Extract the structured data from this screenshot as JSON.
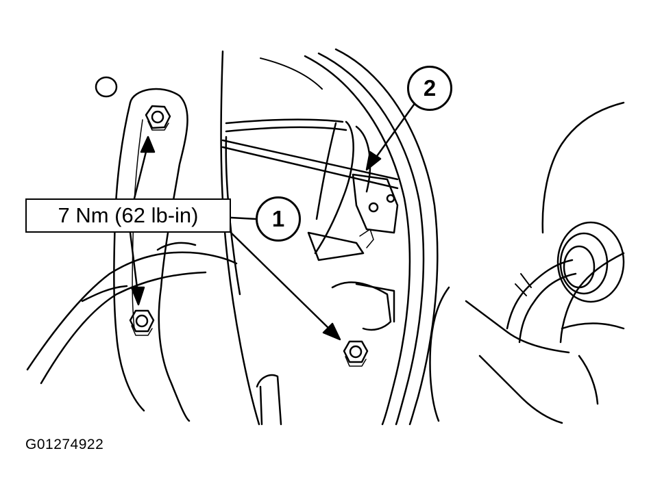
{
  "torque_spec": "7 Nm (62 lb-in)",
  "callouts": [
    {
      "number": "1"
    },
    {
      "number": "2"
    }
  ],
  "figure_id": "G01274922",
  "colors": {
    "line": "#000000",
    "background": "#ffffff"
  }
}
